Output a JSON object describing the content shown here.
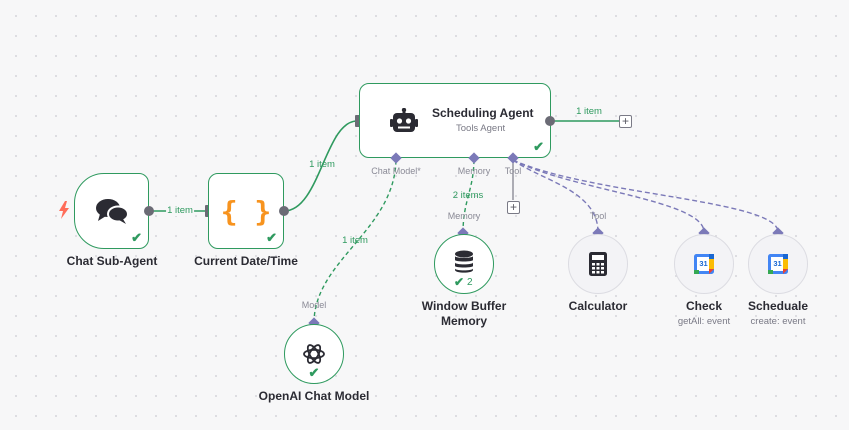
{
  "nodes": {
    "chat_trigger": {
      "label": "Chat Sub-Agent",
      "icon": "chat-bubbles-icon"
    },
    "date_time": {
      "label": "Current Date/Time",
      "icon": "curly-braces-icon"
    },
    "agent": {
      "title": "Scheduling Agent",
      "subtitle": "Tools Agent",
      "icon": "robot-icon",
      "ports": {
        "chat_model": "Chat Model*",
        "memory": "Memory",
        "tool": "Tool"
      }
    },
    "openai": {
      "label": "OpenAI Chat Model",
      "icon": "openai-icon",
      "port": "Model"
    },
    "memory": {
      "label_line1": "Window Buffer",
      "label_line2": "Memory",
      "icon": "database-icon",
      "port": "Memory",
      "count": "2"
    },
    "calculator": {
      "label": "Calculator",
      "icon": "calculator-icon",
      "port": "Tool"
    },
    "check": {
      "label": "Check",
      "sub": "getAll: event",
      "icon": "google-calendar-icon"
    },
    "scheduale": {
      "label": "Scheduale",
      "sub": "create: event",
      "icon": "google-calendar-icon"
    }
  },
  "edges": {
    "chat_to_date": "1 item",
    "date_to_agent": "1 item",
    "agent_out": "1 item",
    "memory_link": "2 items",
    "model_link": "1 item"
  },
  "calendar_day": "31",
  "colors": {
    "success": "#2f9a5f",
    "ai_link": "#7b79b8",
    "trigger": "#ff6d5a",
    "braces": "#f7931e"
  }
}
